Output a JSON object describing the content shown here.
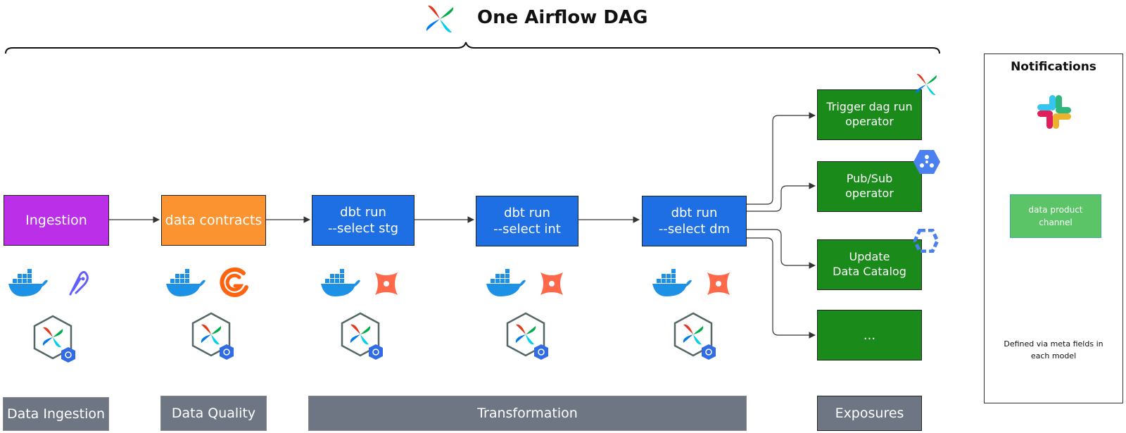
{
  "title": "One Airflow DAG",
  "colors": {
    "ingestion": "#bb2fe8",
    "contracts": "#fb9331",
    "dbt": "#1e6fe3",
    "exposure": "#1a8a1a",
    "stage": "#6f7683",
    "notif_channel": "#5bc466"
  },
  "nodes": {
    "ingestion": "Ingestion",
    "contracts": "data contracts",
    "dbt_stg": {
      "line1": "dbt run",
      "line2": "--select stg"
    },
    "dbt_int": {
      "line1": "dbt run",
      "line2": "--select int"
    },
    "dbt_dm": {
      "line1": "dbt run",
      "line2": "--select dm"
    },
    "trigger": {
      "line1": "Trigger dag run",
      "line2": "operator"
    },
    "pubsub": {
      "line1": "Pub/Sub",
      "line2": "operator"
    },
    "catalog": {
      "line1": "Update",
      "line2": "Data Catalog"
    },
    "more": "..."
  },
  "icons": {
    "ingestion": [
      "docker-icon",
      "airbyte-icon",
      "airflow-kubernetes-icon"
    ],
    "contracts": [
      "docker-icon",
      "great-expectations-icon",
      "airflow-kubernetes-icon"
    ],
    "dbt_stg": [
      "docker-icon",
      "dbt-icon",
      "airflow-kubernetes-icon"
    ],
    "dbt_int": [
      "docker-icon",
      "dbt-icon",
      "airflow-kubernetes-icon"
    ],
    "dbt_dm": [
      "docker-icon",
      "dbt-icon",
      "airflow-kubernetes-icon"
    ],
    "trigger": "airflow-icon",
    "pubsub": "pubsub-icon",
    "catalog": "data-catalog-icon"
  },
  "stages": {
    "ingestion": "Data Ingestion",
    "quality": "Data Quality",
    "transformation": "Transformation",
    "exposures": "Exposures"
  },
  "notifications": {
    "title": "Notifications",
    "icon": "slack-icon",
    "channel_line1": "data product",
    "channel_line2": "channel",
    "note_line1": "Defined via meta fields in",
    "note_line2": "each model"
  }
}
